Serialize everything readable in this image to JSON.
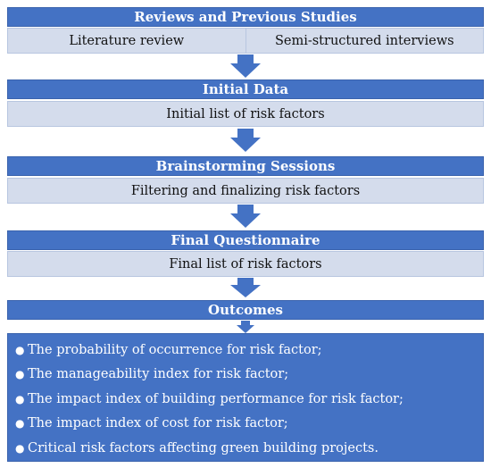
{
  "stages": {
    "reviews": {
      "title": "Reviews and Previous Studies",
      "left": "Literature review",
      "right": "Semi-structured interviews"
    },
    "initial": {
      "title": "Initial Data",
      "detail": "Initial list of risk factors"
    },
    "brainstorm": {
      "title": "Brainstorming Sessions",
      "detail": "Filtering and finalizing risk factors"
    },
    "final": {
      "title": "Final Questionnaire",
      "detail": "Final list of risk factors"
    },
    "outcomes": {
      "title": "Outcomes",
      "items": [
        "The probability of occurrence for risk factor;",
        "The manageability index for risk factor;",
        "The impact index of building performance for risk factor;",
        "The impact index of cost for risk factor;",
        "Critical risk factors affecting green building projects."
      ]
    }
  },
  "colors": {
    "header": "#4472c4",
    "subbox": "#d4dcec"
  }
}
